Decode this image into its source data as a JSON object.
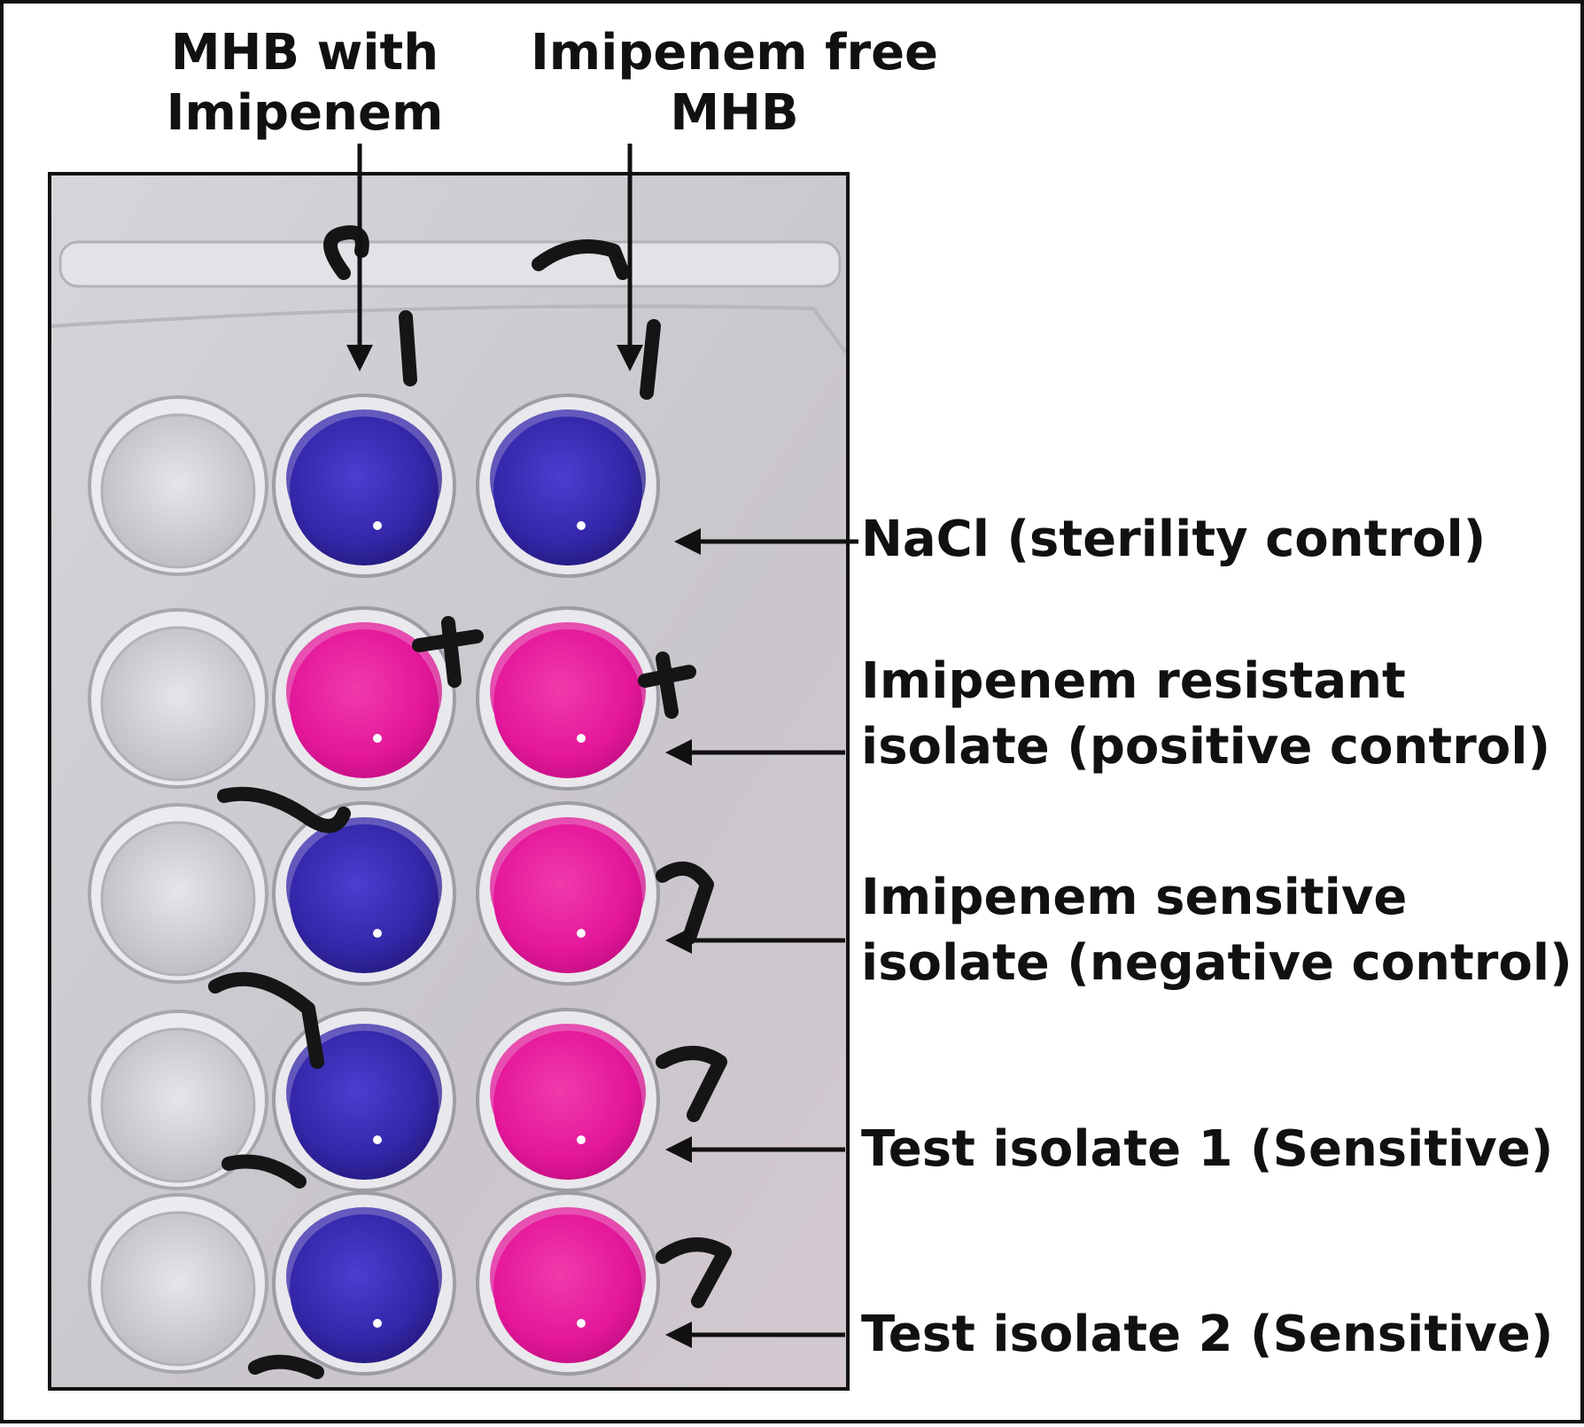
{
  "figure": {
    "column_labels": [
      {
        "lines": [
          "MHB with",
          "Imipenem"
        ]
      },
      {
        "lines": [
          "Imipenem free",
          "MHB"
        ]
      }
    ],
    "row_labels": [
      {
        "lines": [
          "NaCl (sterility control)"
        ]
      },
      {
        "lines": [
          "Imipenem resistant",
          "isolate (positive control)"
        ]
      },
      {
        "lines": [
          "Imipenem sensitive",
          "isolate (negative control)"
        ]
      },
      {
        "lines": [
          "Test isolate 1 (Sensitive)"
        ]
      },
      {
        "lines": [
          "Test isolate 2 (Sensitive)"
        ]
      }
    ],
    "wells": [
      {
        "col1": "blue",
        "col2": "blue"
      },
      {
        "col1": "pink",
        "col2": "pink"
      },
      {
        "col1": "blue",
        "col2": "pink"
      },
      {
        "col1": "blue",
        "col2": "pink"
      },
      {
        "col1": "blue",
        "col2": "pink"
      }
    ],
    "colors": {
      "blue": "#3b2fb0",
      "pink": "#e7169a",
      "plate_bg": "#cfcdd2",
      "ink": "#111111"
    }
  }
}
